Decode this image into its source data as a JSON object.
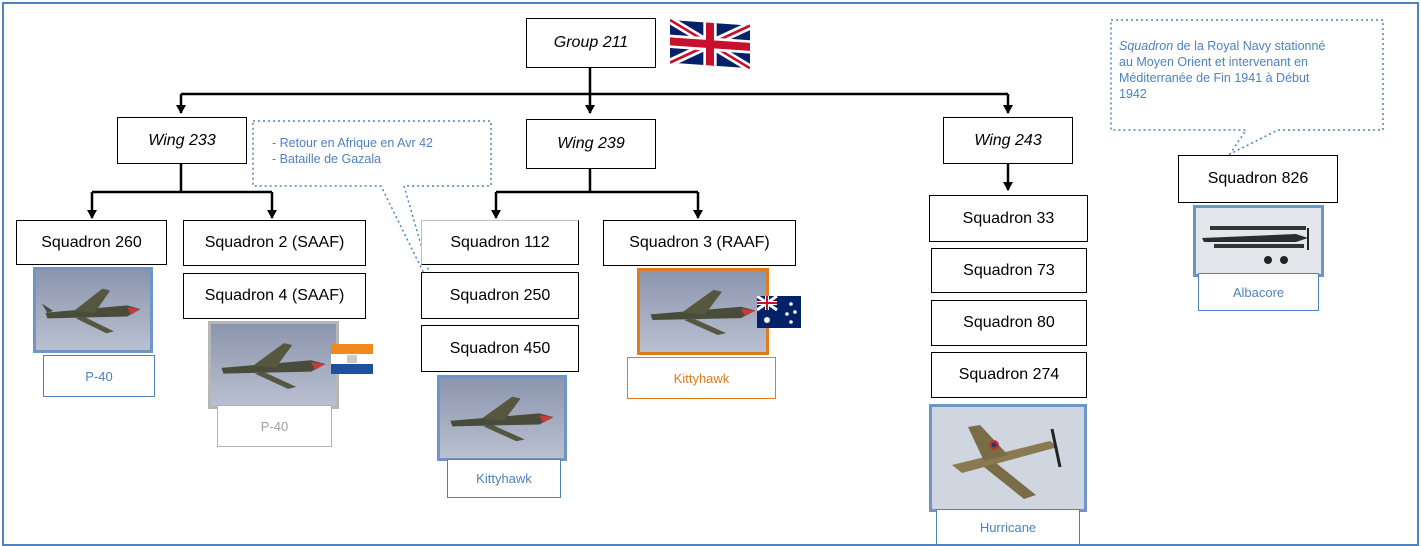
{
  "hq": {
    "label": "Group 211",
    "flag": "union-jack-flag"
  },
  "wings": [
    {
      "label": "Wing 233"
    },
    {
      "label": "Wing 239"
    },
    {
      "label": "Wing 243"
    }
  ],
  "squadrons": {
    "s260": "Squadron 260",
    "s2": "Squadron 2 (SAAF)",
    "s4": "Squadron 4 (SAAF)",
    "s112": "Squadron 112",
    "s250": "Squadron 250",
    "s450": "Squadron 450",
    "s3": "Squadron 3 (RAAF)",
    "s33": "Squadron 33",
    "s73": "Squadron 73",
    "s80": "Squadron 80",
    "s274": "Squadron 274",
    "s826": "Squadron 826"
  },
  "aircraft": {
    "p40_a": "P-40",
    "p40_b": "P-40",
    "kitty_a": "Kittyhawk",
    "kitty_b": "Kittyhawk",
    "hurricane": "Hurricane",
    "albacore": "Albacore"
  },
  "notes": {
    "gazala": [
      "- Retour en Afrique en Avr 42",
      "- Bataille de Gazala"
    ],
    "navy": {
      "em": "Squadron",
      "line1_rest": " de la Royal Navy stationné",
      "line2": "au Moyen Orient et intervenant en",
      "line3": "Méditerranée de Fin 1941 à Début",
      "line4": "1942"
    }
  },
  "colors": {
    "accent": "#4f81bd",
    "grey": "#b0b0b0",
    "orange": "#e07b1f"
  }
}
